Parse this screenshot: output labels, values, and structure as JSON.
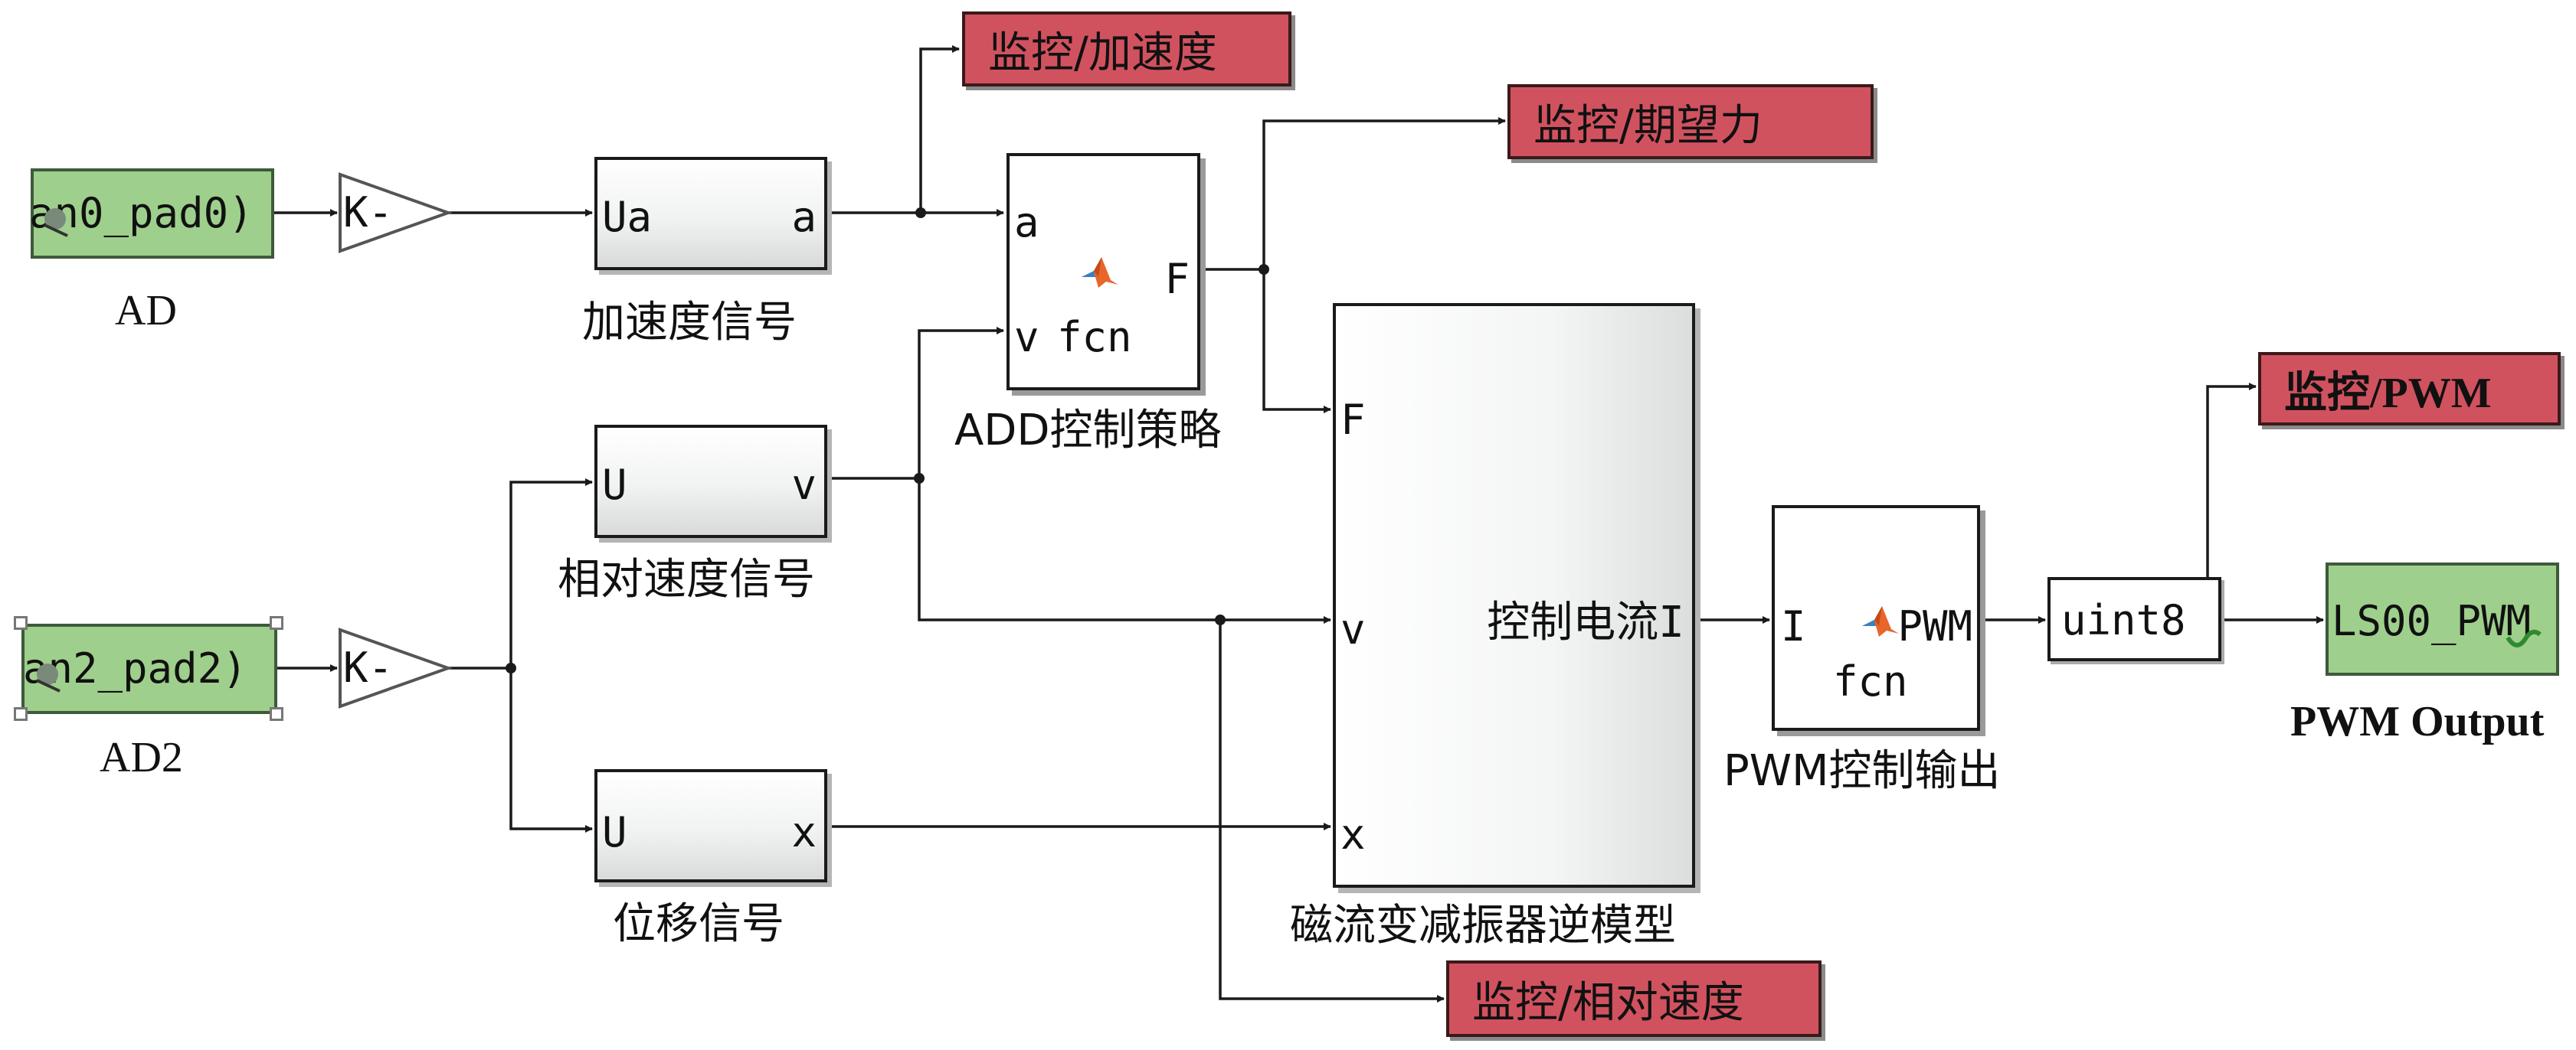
{
  "colors": {
    "wire": "#1a1a1a",
    "scope_fill": "#d1525f",
    "io_fill": "#9fcf8c",
    "block_border": "#1a1a1a"
  },
  "io_blocks": {
    "ad_in": {
      "label": "an0_pad0)",
      "caption": "AD"
    },
    "ad2_in": {
      "label": "an2_pad2)",
      "caption": "AD2"
    },
    "pwm_out": {
      "label": "LS00_PWM",
      "caption": "PWM Output"
    }
  },
  "gains": {
    "gain1": "K-",
    "gain2": "K-"
  },
  "subsystems": {
    "accel": {
      "in_port": "Ua",
      "out_port": "a",
      "caption": "加速度信号"
    },
    "velocity": {
      "in_port": "U",
      "out_port": "v",
      "caption": "相对速度信号"
    },
    "displacement": {
      "in_port": "U",
      "out_port": "x",
      "caption": "位移信号"
    }
  },
  "add_block": {
    "in_a": "a",
    "in_v": "v",
    "func": "fcn",
    "out": "F",
    "caption": "ADD控制策略"
  },
  "inverse_model": {
    "in_f": "F",
    "in_v": "v",
    "in_x": "x",
    "out": "控制电流I",
    "caption": "磁流变减振器逆模型"
  },
  "pwm_block": {
    "in": "I",
    "out": "PWM",
    "func": "fcn",
    "caption": "PWM控制输出"
  },
  "convert": {
    "label": "uint8"
  },
  "monitors": {
    "accel": "监控/加速度",
    "force": "监控/期望力",
    "pwm": "监控/PWM",
    "velocity": "监控/相对速度"
  }
}
